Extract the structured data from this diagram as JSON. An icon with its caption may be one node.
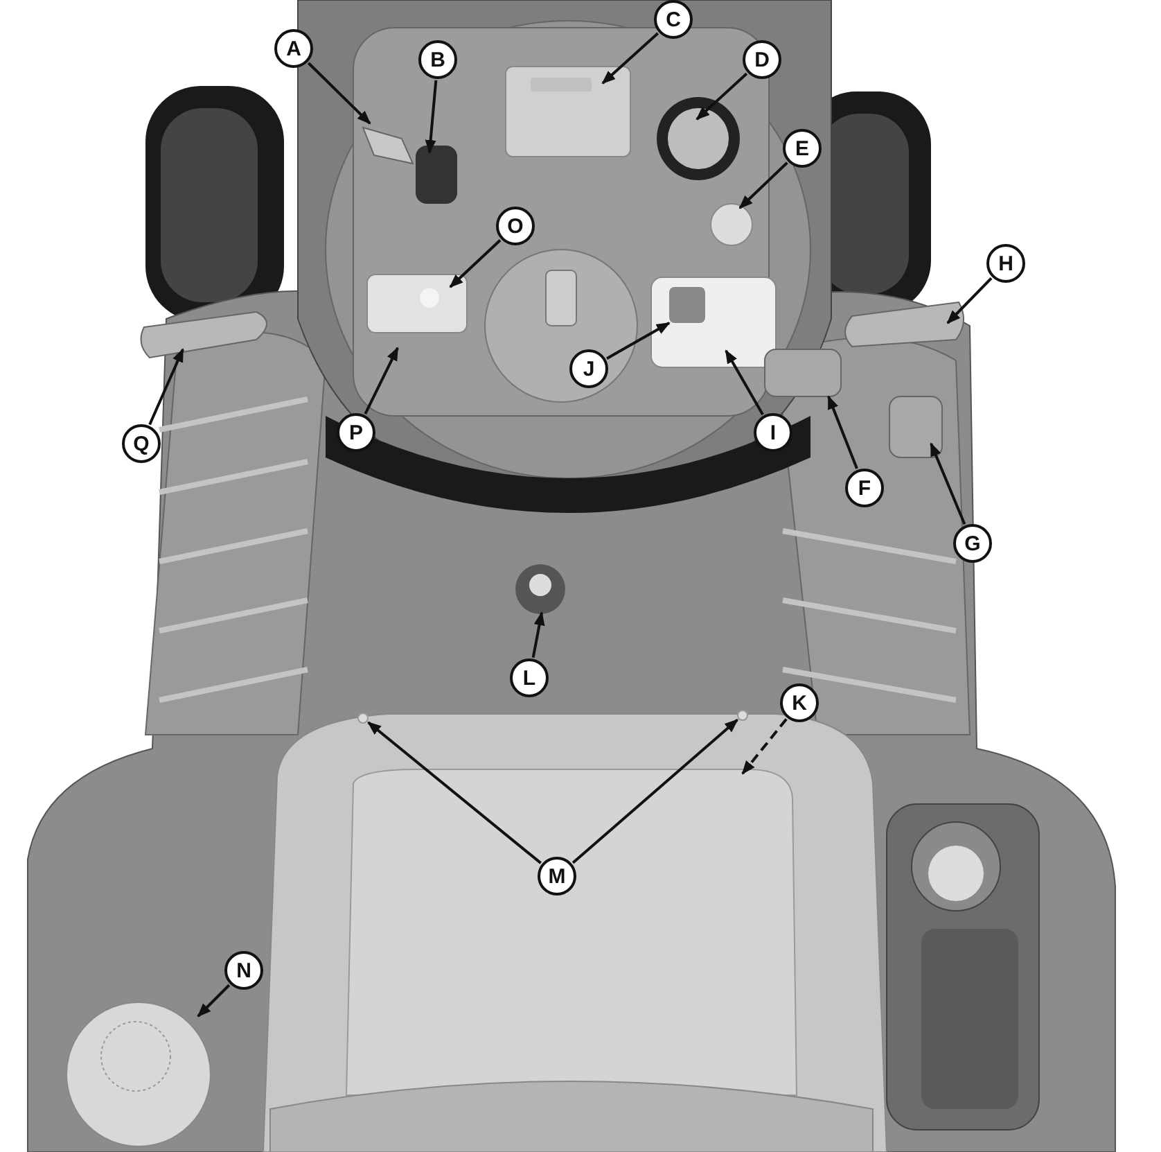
{
  "diagram": {
    "nodes": [
      {
        "text": [
          "A"
        ]
      },
      {
        "text": [
          "B"
        ]
      },
      {
        "text": [
          "C"
        ]
      },
      {
        "text": [
          "D"
        ]
      },
      {
        "text": [
          "E"
        ]
      },
      {
        "text": [
          "O"
        ]
      },
      {
        "text": [
          "H"
        ]
      },
      {
        "text": [
          "J"
        ]
      },
      {
        "text": [
          "Q"
        ]
      },
      {
        "text": [
          "P"
        ]
      },
      {
        "text": [
          "I"
        ]
      },
      {
        "text": [
          "F"
        ]
      },
      {
        "text": [
          "G"
        ]
      },
      {
        "text": [
          "L"
        ]
      },
      {
        "text": [
          "K"
        ]
      },
      {
        "text": [
          "M"
        ]
      },
      {
        "text": [
          "N"
        ]
      },
      {
        "text": [],
        "shape": "circle"
      },
      {
        "text": [],
        "shape": "circle"
      }
    ],
    "edges": [
      {
        "from": 0,
        "to": null,
        "arrow": "to"
      },
      {
        "from": 1,
        "to": null,
        "arrow": "to"
      },
      {
        "from": 2,
        "to": null,
        "arrow": "to"
      },
      {
        "from": 3,
        "to": null,
        "arrow": "to"
      },
      {
        "from": 4,
        "to": null,
        "arrow": "to"
      },
      {
        "from": 5,
        "to": null,
        "arrow": "to"
      },
      {
        "from": 6,
        "to": null,
        "arrow": "to"
      },
      {
        "from": 7,
        "to": null,
        "arrow": "to"
      },
      {
        "from": 8,
        "to": null,
        "arrow": "to"
      },
      {
        "from": 9,
        "to": null,
        "arrow": "to"
      },
      {
        "from": 10,
        "to": null,
        "arrow": "to"
      },
      {
        "from": 11,
        "to": null,
        "arrow": "to"
      },
      {
        "from": 12,
        "to": null,
        "arrow": "to"
      },
      {
        "from": 13,
        "to": null,
        "arrow": "to"
      },
      {
        "from": 14,
        "to": null,
        "arrow": "to",
        "style": "dashed"
      },
      {
        "from": 15,
        "to": 17,
        "arrow": "to"
      },
      {
        "from": 15,
        "to": 18,
        "arrow": "to"
      },
      {
        "from": 16,
        "to": null,
        "arrow": "to"
      }
    ]
  }
}
